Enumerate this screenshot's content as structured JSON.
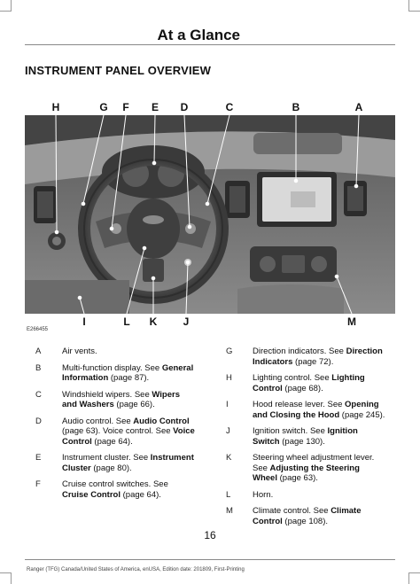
{
  "header": {
    "title": "At a Glance"
  },
  "section_title": "INSTRUMENT PANEL OVERVIEW",
  "figure": {
    "code": "E266455",
    "top_labels": [
      {
        "letter": "H",
        "pos": 35
      },
      {
        "letter": "G",
        "pos": 89
      },
      {
        "letter": "F",
        "pos": 114
      },
      {
        "letter": "E",
        "pos": 147
      },
      {
        "letter": "D",
        "pos": 180
      },
      {
        "letter": "C",
        "pos": 231
      },
      {
        "letter": "B",
        "pos": 306
      },
      {
        "letter": "A",
        "pos": 377
      }
    ],
    "bottom_labels": [
      {
        "letter": "I",
        "pos": 67
      },
      {
        "letter": "L",
        "pos": 115
      },
      {
        "letter": "K",
        "pos": 145
      },
      {
        "letter": "J",
        "pos": 182
      },
      {
        "letter": "M",
        "pos": 369
      }
    ]
  },
  "legend_left": [
    {
      "key": "A",
      "parts": [
        {
          "t": "Air vents."
        }
      ]
    },
    {
      "key": "B",
      "parts": [
        {
          "t": "Multi-function display.  See "
        },
        {
          "t": "General Information",
          "b": true
        },
        {
          "t": " (page 87)."
        }
      ]
    },
    {
      "key": "C",
      "parts": [
        {
          "t": "Windshield wipers. See "
        },
        {
          "t": "Wipers and Washers",
          "b": true
        },
        {
          "t": " (page 66)."
        }
      ]
    },
    {
      "key": "D",
      "parts": [
        {
          "t": "Audio control.  See "
        },
        {
          "t": "Audio Control",
          "b": true
        },
        {
          "t": " (page 63).  Voice control.  See "
        },
        {
          "t": "Voice Control",
          "b": true
        },
        {
          "t": " (page 64)."
        }
      ]
    },
    {
      "key": "E",
      "parts": [
        {
          "t": "Instrument cluster. See "
        },
        {
          "t": "Instrument Cluster",
          "b": true
        },
        {
          "t": " (page 80)."
        }
      ]
    },
    {
      "key": "F",
      "parts": [
        {
          "t": "Cruise control switches.  See "
        },
        {
          "t": "Cruise Control",
          "b": true
        },
        {
          "t": " (page 64)."
        }
      ]
    }
  ],
  "legend_right": [
    {
      "key": "G",
      "parts": [
        {
          "t": "Direction indicators. See "
        },
        {
          "t": "Direction Indicators",
          "b": true
        },
        {
          "t": " (page 72)."
        }
      ]
    },
    {
      "key": "H",
      "parts": [
        {
          "t": "Lighting control. See "
        },
        {
          "t": "Lighting Control",
          "b": true
        },
        {
          "t": " (page 68)."
        }
      ]
    },
    {
      "key": "I",
      "parts": [
        {
          "t": "Hood release lever. See "
        },
        {
          "t": "Opening and Closing the Hood",
          "b": true
        },
        {
          "t": " (page 245)."
        }
      ]
    },
    {
      "key": "J",
      "parts": [
        {
          "t": "Ignition switch. See "
        },
        {
          "t": "Ignition Switch",
          "b": true
        },
        {
          "t": " (page 130)."
        }
      ]
    },
    {
      "key": "K",
      "parts": [
        {
          "t": "Steering wheel adjustment lever. See "
        },
        {
          "t": "Adjusting the Steering Wheel",
          "b": true
        },
        {
          "t": " (page 63)."
        }
      ]
    },
    {
      "key": "L",
      "parts": [
        {
          "t": "Horn."
        }
      ]
    },
    {
      "key": "M",
      "parts": [
        {
          "t": "Climate control. See "
        },
        {
          "t": "Climate Control",
          "b": true
        },
        {
          "t": " (page 108)."
        }
      ]
    }
  ],
  "page_number": "16",
  "footer": "Ranger (TFG) Canada/United States of America, enUSA, Edition date: 201809, First-Printing"
}
